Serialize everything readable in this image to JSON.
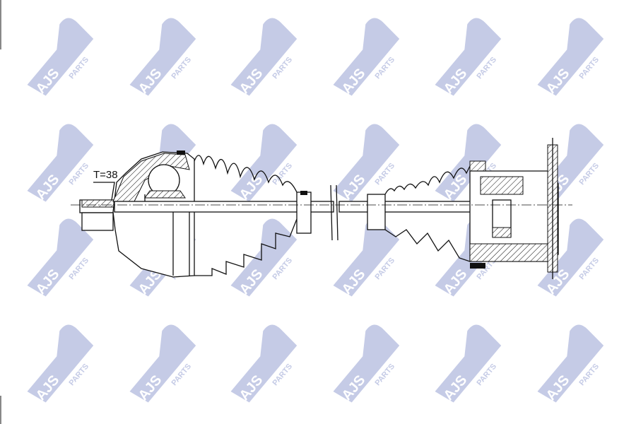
{
  "watermark": {
    "brand": "AJS",
    "suffix": "PARTS",
    "color": "#c5cbe6",
    "rows": 4,
    "cols": 6
  },
  "drawing": {
    "annotation": "T=38",
    "line_color": "#111111"
  }
}
